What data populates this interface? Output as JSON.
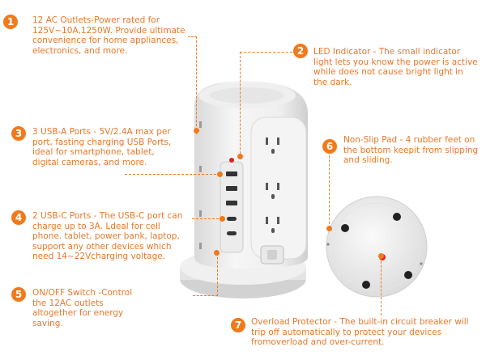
{
  "callouts": [
    {
      "num": "1",
      "text": "12 AC Outlets-Power rated for 125V~10A,1250W.  Provide ultimate convenience for home appliances, electronics, and more."
    },
    {
      "num": "2",
      "text": "LED Indicator - The small indicator light lets you know the power is active while does not cause bright light in the dark."
    },
    {
      "num": "3",
      "text": "3 USB-A Ports - 5V/2.4A max per port, fasting charging USB Ports, ideal for smartphone, tablet, digital cameras, and more."
    },
    {
      "num": "4",
      "text": "2 USB-C Ports - The USB-C port can charge up to 3A. Ldeal for cell phone. tablet, power bank, laptop, support any other devices which need 14~22Vcharging voltage."
    },
    {
      "num": "5",
      "text": "ON/OFF Switch -Control the 12AC outlets altogether for energy saving."
    },
    {
      "num": "6",
      "text": "Non-Slip Pad - 4 rubber feet on the bottom keepit from slipping and sliding."
    },
    {
      "num": "7",
      "text": "Overload Protector - The built-in circuit breaker will trip off automatically to protect your devices fromoverload and over-current."
    }
  ],
  "colors": {
    "accent": "#f07a1c",
    "text": "#e8782a"
  }
}
